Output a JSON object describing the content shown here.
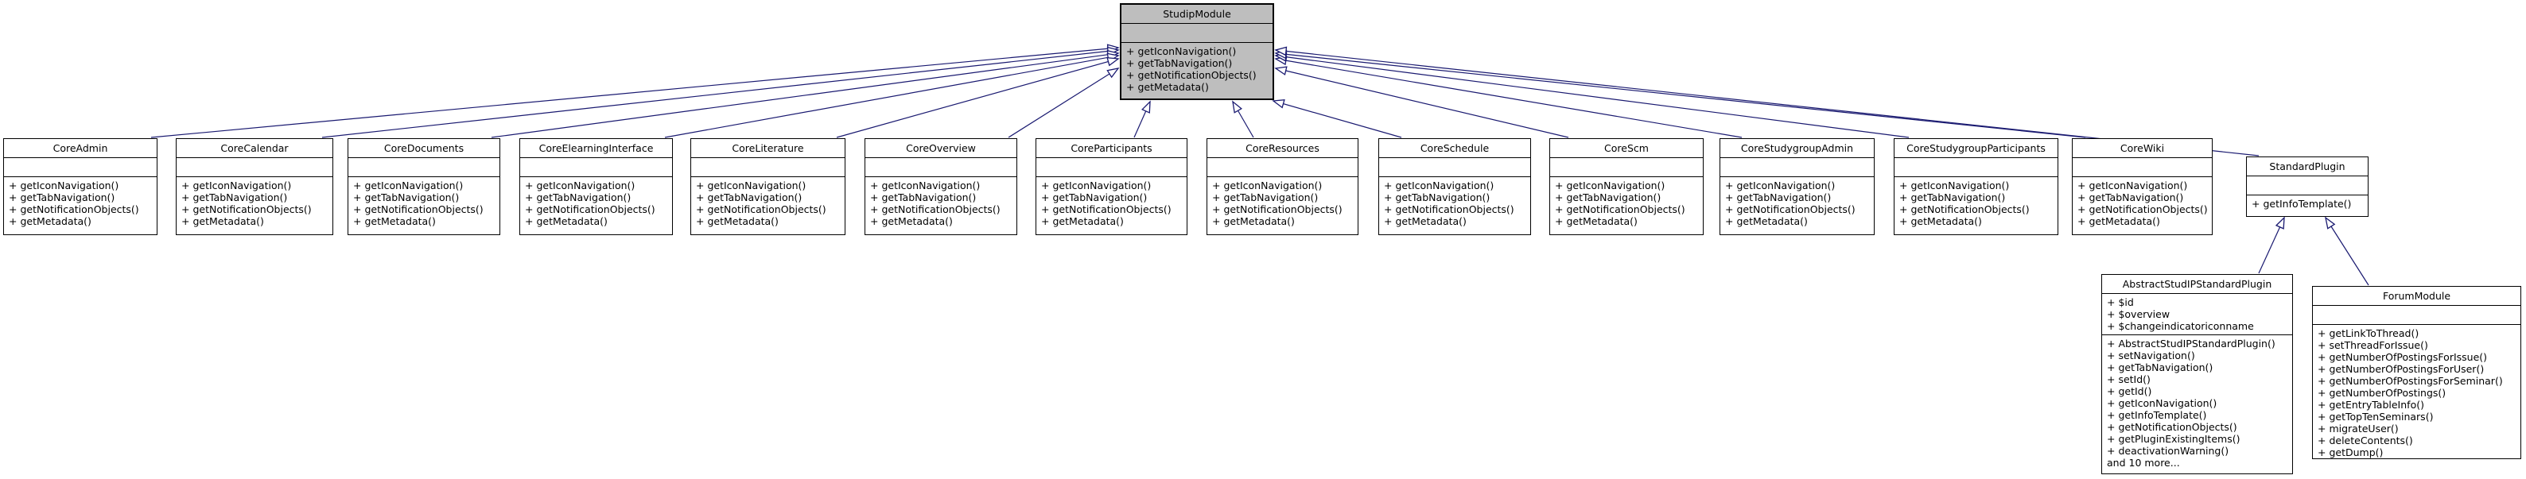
{
  "diagram": {
    "type": "uml-inheritance-graph",
    "edge_color": "#191970",
    "node_border_color": "#000000",
    "node_fill": "#ffffff",
    "highlight_fill": "#bebebe",
    "classes": [
      {
        "id": "StudipModule",
        "name": "StudipModule",
        "highlighted": true,
        "attributes": [],
        "methods": [
          "+ getIconNavigation()",
          "+ getTabNavigation()",
          "+ getNotificationObjects()",
          "+ getMetadata()"
        ]
      },
      {
        "id": "CoreAdmin",
        "name": "CoreAdmin",
        "highlighted": false,
        "attributes": [],
        "methods": [
          "+ getIconNavigation()",
          "+ getTabNavigation()",
          "+ getNotificationObjects()",
          "+ getMetadata()"
        ]
      },
      {
        "id": "CoreCalendar",
        "name": "CoreCalendar",
        "highlighted": false,
        "attributes": [],
        "methods": [
          "+ getIconNavigation()",
          "+ getTabNavigation()",
          "+ getNotificationObjects()",
          "+ getMetadata()"
        ]
      },
      {
        "id": "CoreDocuments",
        "name": "CoreDocuments",
        "highlighted": false,
        "attributes": [],
        "methods": [
          "+ getIconNavigation()",
          "+ getTabNavigation()",
          "+ getNotificationObjects()",
          "+ getMetadata()"
        ]
      },
      {
        "id": "CoreElearningInterface",
        "name": "CoreElearningInterface",
        "highlighted": false,
        "attributes": [],
        "methods": [
          "+ getIconNavigation()",
          "+ getTabNavigation()",
          "+ getNotificationObjects()",
          "+ getMetadata()"
        ]
      },
      {
        "id": "CoreLiterature",
        "name": "CoreLiterature",
        "highlighted": false,
        "attributes": [],
        "methods": [
          "+ getIconNavigation()",
          "+ getTabNavigation()",
          "+ getNotificationObjects()",
          "+ getMetadata()"
        ]
      },
      {
        "id": "CoreOverview",
        "name": "CoreOverview",
        "highlighted": false,
        "attributes": [],
        "methods": [
          "+ getIconNavigation()",
          "+ getTabNavigation()",
          "+ getNotificationObjects()",
          "+ getMetadata()"
        ]
      },
      {
        "id": "CoreParticipants",
        "name": "CoreParticipants",
        "highlighted": false,
        "attributes": [],
        "methods": [
          "+ getIconNavigation()",
          "+ getTabNavigation()",
          "+ getNotificationObjects()",
          "+ getMetadata()"
        ]
      },
      {
        "id": "CoreResources",
        "name": "CoreResources",
        "highlighted": false,
        "attributes": [],
        "methods": [
          "+ getIconNavigation()",
          "+ getTabNavigation()",
          "+ getNotificationObjects()",
          "+ getMetadata()"
        ]
      },
      {
        "id": "CoreSchedule",
        "name": "CoreSchedule",
        "highlighted": false,
        "attributes": [],
        "methods": [
          "+ getIconNavigation()",
          "+ getTabNavigation()",
          "+ getNotificationObjects()",
          "+ getMetadata()"
        ]
      },
      {
        "id": "CoreScm",
        "name": "CoreScm",
        "highlighted": false,
        "attributes": [],
        "methods": [
          "+ getIconNavigation()",
          "+ getTabNavigation()",
          "+ getNotificationObjects()",
          "+ getMetadata()"
        ]
      },
      {
        "id": "CoreStudygroupAdmin",
        "name": "CoreStudygroupAdmin",
        "highlighted": false,
        "attributes": [],
        "methods": [
          "+ getIconNavigation()",
          "+ getTabNavigation()",
          "+ getNotificationObjects()",
          "+ getMetadata()"
        ]
      },
      {
        "id": "CoreStudygroupParticipants",
        "name": "CoreStudygroupParticipants",
        "highlighted": false,
        "attributes": [],
        "methods": [
          "+ getIconNavigation()",
          "+ getTabNavigation()",
          "+ getNotificationObjects()",
          "+ getMetadata()"
        ]
      },
      {
        "id": "CoreWiki",
        "name": "CoreWiki",
        "highlighted": false,
        "attributes": [],
        "methods": [
          "+ getIconNavigation()",
          "+ getTabNavigation()",
          "+ getNotificationObjects()",
          "+ getMetadata()"
        ]
      },
      {
        "id": "StandardPlugin",
        "name": "StandardPlugin",
        "highlighted": false,
        "attributes": [],
        "methods": [
          "+ getInfoTemplate()"
        ]
      },
      {
        "id": "AbstractStudIPStandardPlugin",
        "name": "AbstractStudIPStandardPlugin",
        "highlighted": false,
        "attributes": [
          "+ $id",
          "+ $overview",
          "+ $changeindicatoriconname"
        ],
        "methods": [
          "+ AbstractStudIPStandardPlugin()",
          "+ setNavigation()",
          "+ getTabNavigation()",
          "+ setId()",
          "+ getId()",
          "+ getIconNavigation()",
          "+ getInfoTemplate()",
          "+ getNotificationObjects()",
          "+ getPluginExistingItems()",
          "+ deactivationWarning()",
          "and 10 more..."
        ]
      },
      {
        "id": "ForumModule",
        "name": "ForumModule",
        "highlighted": false,
        "attributes": [],
        "methods": [
          "+ getLinkToThread()",
          "+ setThreadForIssue()",
          "+ getNumberOfPostingsForIssue()",
          "+ getNumberOfPostingsForUser()",
          "+ getNumberOfPostingsForSeminar()",
          "+ getNumberOfPostings()",
          "+ getEntryTableInfo()",
          "+ getTopTenSeminars()",
          "+ migrateUser()",
          "+ deleteContents()",
          "+ getDump()"
        ]
      }
    ],
    "edges": [
      {
        "from": "CoreAdmin",
        "to": "StudipModule",
        "type": "inheritance"
      },
      {
        "from": "CoreCalendar",
        "to": "StudipModule",
        "type": "inheritance"
      },
      {
        "from": "CoreDocuments",
        "to": "StudipModule",
        "type": "inheritance"
      },
      {
        "from": "CoreElearningInterface",
        "to": "StudipModule",
        "type": "inheritance"
      },
      {
        "from": "CoreLiterature",
        "to": "StudipModule",
        "type": "inheritance"
      },
      {
        "from": "CoreOverview",
        "to": "StudipModule",
        "type": "inheritance"
      },
      {
        "from": "CoreParticipants",
        "to": "StudipModule",
        "type": "inheritance"
      },
      {
        "from": "CoreResources",
        "to": "StudipModule",
        "type": "inheritance"
      },
      {
        "from": "CoreSchedule",
        "to": "StudipModule",
        "type": "inheritance"
      },
      {
        "from": "CoreScm",
        "to": "StudipModule",
        "type": "inheritance"
      },
      {
        "from": "CoreStudygroupAdmin",
        "to": "StudipModule",
        "type": "inheritance"
      },
      {
        "from": "CoreStudygroupParticipants",
        "to": "StudipModule",
        "type": "inheritance"
      },
      {
        "from": "CoreWiki",
        "to": "StudipModule",
        "type": "inheritance"
      },
      {
        "from": "StandardPlugin",
        "to": "StudipModule",
        "type": "inheritance"
      },
      {
        "from": "AbstractStudIPStandardPlugin",
        "to": "StandardPlugin",
        "type": "inheritance"
      },
      {
        "from": "ForumModule",
        "to": "StandardPlugin",
        "type": "inheritance"
      }
    ]
  }
}
